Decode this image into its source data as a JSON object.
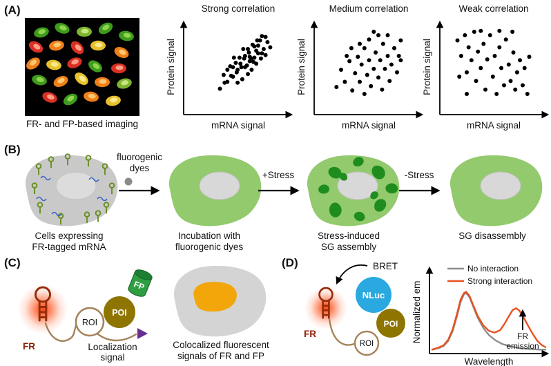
{
  "colors": {
    "cell_green": "#93ca6d",
    "cell_gray": "#c9c9c9",
    "nucleus_gray": "#d8d8d8",
    "stress_granule_green": "#1f8c1f",
    "fr_glow_red": "#ff3d00",
    "fr_label_red": "#8f1a02",
    "nluc_blue": "#2aa9e0",
    "poi_dark_yellow": "#8e7400",
    "roi_tan": "#a5835a",
    "fp_green": "#2f9e41",
    "localization_purple": "#6a2d91",
    "colocalized_orange": "#f2a60a",
    "no_interaction_gray": "#8c8c8c",
    "strong_interaction_orange": "#e8511f"
  },
  "panel_a": {
    "label": "(A)",
    "image_caption": "FR- and FP-based imaging"
  },
  "panel_b": {
    "label": "(B)",
    "arrow1_label_line1": "fluorogenic",
    "arrow1_label_line2": "dyes",
    "arrow2_label": "+Stress",
    "arrow3_label": "-Stress",
    "steps": [
      {
        "caption_line1": "Cells expressing",
        "caption_line2": "FR-tagged mRNA"
      },
      {
        "caption_line1": "Incubation with",
        "caption_line2": "fluorogenic dyes"
      },
      {
        "caption_line1": "Stress-induced",
        "caption_line2": "SG assembly"
      },
      {
        "caption_line1": "SG disassembly",
        "caption_line2": ""
      }
    ]
  },
  "panel_c": {
    "label": "(C)",
    "fr_label": "FR",
    "roi_label": "ROI",
    "poi_label": "POI",
    "fp_label": "FP",
    "localization_line1": "Localization",
    "localization_line2": "signal",
    "caption_line1": "Colocalized fluorescent",
    "caption_line2": "signals of FR and FP"
  },
  "panel_d": {
    "label": "(D)",
    "bret_label": "BRET",
    "nluc_label": "NLuc",
    "fr_label": "FR",
    "poi_label": "POI",
    "roi_label": "ROI",
    "annotation_line1": "FR",
    "annotation_line2": "emission"
  },
  "chart_data": [
    {
      "type": "scatter",
      "title": "Strong correlation",
      "xlabel": "mRNA signal",
      "ylabel": "Protein signal",
      "xlim": [
        0,
        100
      ],
      "ylim": [
        0,
        100
      ],
      "points": [
        [
          30,
          22
        ],
        [
          34,
          38
        ],
        [
          38,
          30
        ],
        [
          41,
          48
        ],
        [
          44,
          36
        ],
        [
          47,
          52
        ],
        [
          49,
          44
        ],
        [
          51,
          58
        ],
        [
          53,
          47
        ],
        [
          54,
          33
        ],
        [
          57,
          60
        ],
        [
          59,
          49
        ],
        [
          60,
          68
        ],
        [
          62,
          54
        ],
        [
          64,
          44
        ],
        [
          65,
          73
        ],
        [
          67,
          58
        ],
        [
          69,
          51
        ],
        [
          70,
          78
        ],
        [
          71,
          63
        ],
        [
          74,
          57
        ],
        [
          75,
          83
        ],
        [
          77,
          68
        ],
        [
          79,
          61
        ],
        [
          81,
          76
        ],
        [
          84,
          70
        ],
        [
          45,
          58
        ],
        [
          49,
          29
        ],
        [
          38,
          44
        ],
        [
          55,
          68
        ],
        [
          60,
          39
        ],
        [
          64,
          57
        ],
        [
          69,
          66
        ],
        [
          48,
          41
        ],
        [
          52,
          51
        ],
        [
          57,
          47
        ],
        [
          61,
          64
        ],
        [
          66,
          53
        ],
        [
          71,
          72
        ],
        [
          75,
          63
        ],
        [
          79,
          82
        ],
        [
          35,
          29
        ],
        [
          42,
          37
        ],
        [
          67,
          71
        ],
        [
          73,
          78
        ],
        [
          56,
          57
        ],
        [
          44,
          47
        ],
        [
          62,
          59
        ]
      ]
    },
    {
      "type": "scatter",
      "title": "Medium correlation",
      "xlabel": "mRNA signal",
      "ylabel": "Protein signal",
      "xlim": [
        0,
        100
      ],
      "ylim": [
        0,
        100
      ],
      "points": [
        [
          15,
          24
        ],
        [
          20,
          44
        ],
        [
          24,
          30
        ],
        [
          29,
          54
        ],
        [
          32,
          20
        ],
        [
          35,
          40
        ],
        [
          38,
          59
        ],
        [
          40,
          30
        ],
        [
          42,
          50
        ],
        [
          45,
          69
        ],
        [
          48,
          38
        ],
        [
          50,
          55
        ],
        [
          52,
          25
        ],
        [
          55,
          45
        ],
        [
          57,
          64
        ],
        [
          60,
          35
        ],
        [
          62,
          55
        ],
        [
          65,
          74
        ],
        [
          67,
          45
        ],
        [
          70,
          60
        ],
        [
          72,
          31
        ],
        [
          74,
          50
        ],
        [
          77,
          69
        ],
        [
          80,
          41
        ],
        [
          82,
          60
        ],
        [
          84,
          78
        ],
        [
          50,
          79
        ],
        [
          45,
          16
        ],
        [
          60,
          84
        ],
        [
          31,
          69
        ],
        [
          26,
          60
        ],
        [
          70,
          84
        ],
        [
          84,
          55
        ],
        [
          40,
          74
        ],
        [
          64,
          21
        ],
        [
          55,
          88
        ]
      ]
    },
    {
      "type": "scatter",
      "title": "Weak correlation",
      "xlabel": "mRNA signal",
      "ylabel": "Protein signal",
      "xlim": [
        0,
        100
      ],
      "ylim": [
        0,
        100
      ],
      "points": [
        [
          10,
          78
        ],
        [
          14,
          60
        ],
        [
          18,
          84
        ],
        [
          20,
          41
        ],
        [
          22,
          70
        ],
        [
          25,
          55
        ],
        [
          28,
          88
        ],
        [
          30,
          31
        ],
        [
          32,
          65
        ],
        [
          35,
          46
        ],
        [
          38,
          74
        ],
        [
          40,
          21
        ],
        [
          42,
          56
        ],
        [
          45,
          84
        ],
        [
          48,
          36
        ],
        [
          50,
          60
        ],
        [
          52,
          16
        ],
        [
          55,
          70
        ],
        [
          57,
          46
        ],
        [
          60,
          26
        ],
        [
          62,
          79
        ],
        [
          65,
          50
        ],
        [
          67,
          31
        ],
        [
          70,
          64
        ],
        [
          72,
          21
        ],
        [
          74,
          41
        ],
        [
          77,
          55
        ],
        [
          80,
          26
        ],
        [
          82,
          46
        ],
        [
          85,
          16
        ],
        [
          12,
          36
        ],
        [
          87,
          59
        ],
        [
          35,
          89
        ],
        [
          55,
          89
        ],
        [
          20,
          16
        ],
        [
          69,
          88
        ]
      ]
    },
    {
      "type": "line",
      "title": "",
      "xlabel": "Wavelength",
      "ylabel": "Normalized em",
      "legend": [
        "No interaction",
        "Strong interaction"
      ],
      "annotation": "FR emission",
      "xlim": [
        0,
        100
      ],
      "ylim": [
        0,
        1
      ],
      "series": [
        {
          "name": "No interaction",
          "color": "#8c8c8c",
          "points": [
            [
              0,
              0.02
            ],
            [
              5,
              0.04
            ],
            [
              10,
              0.08
            ],
            [
              14,
              0.16
            ],
            [
              18,
              0.32
            ],
            [
              22,
              0.58
            ],
            [
              25,
              0.8
            ],
            [
              28,
              0.93
            ],
            [
              30,
              0.95
            ],
            [
              33,
              0.88
            ],
            [
              36,
              0.74
            ],
            [
              40,
              0.55
            ],
            [
              45,
              0.38
            ],
            [
              50,
              0.26
            ],
            [
              56,
              0.17
            ],
            [
              62,
              0.11
            ],
            [
              70,
              0.07
            ],
            [
              78,
              0.04
            ],
            [
              86,
              0.03
            ],
            [
              94,
              0.02
            ],
            [
              100,
              0.02
            ]
          ]
        },
        {
          "name": "Strong interaction",
          "color": "#e8511f",
          "points": [
            [
              0,
              0.02
            ],
            [
              5,
              0.05
            ],
            [
              10,
              0.09
            ],
            [
              14,
              0.18
            ],
            [
              18,
              0.35
            ],
            [
              22,
              0.62
            ],
            [
              25,
              0.84
            ],
            [
              28,
              0.95
            ],
            [
              30,
              0.97
            ],
            [
              33,
              0.9
            ],
            [
              36,
              0.76
            ],
            [
              40,
              0.58
            ],
            [
              45,
              0.42
            ],
            [
              50,
              0.33
            ],
            [
              55,
              0.3
            ],
            [
              60,
              0.34
            ],
            [
              64,
              0.45
            ],
            [
              68,
              0.58
            ],
            [
              71,
              0.67
            ],
            [
              74,
              0.7
            ],
            [
              77,
              0.66
            ],
            [
              81,
              0.54
            ],
            [
              85,
              0.4
            ],
            [
              89,
              0.27
            ],
            [
              93,
              0.16
            ],
            [
              97,
              0.09
            ],
            [
              100,
              0.06
            ]
          ]
        }
      ]
    }
  ]
}
